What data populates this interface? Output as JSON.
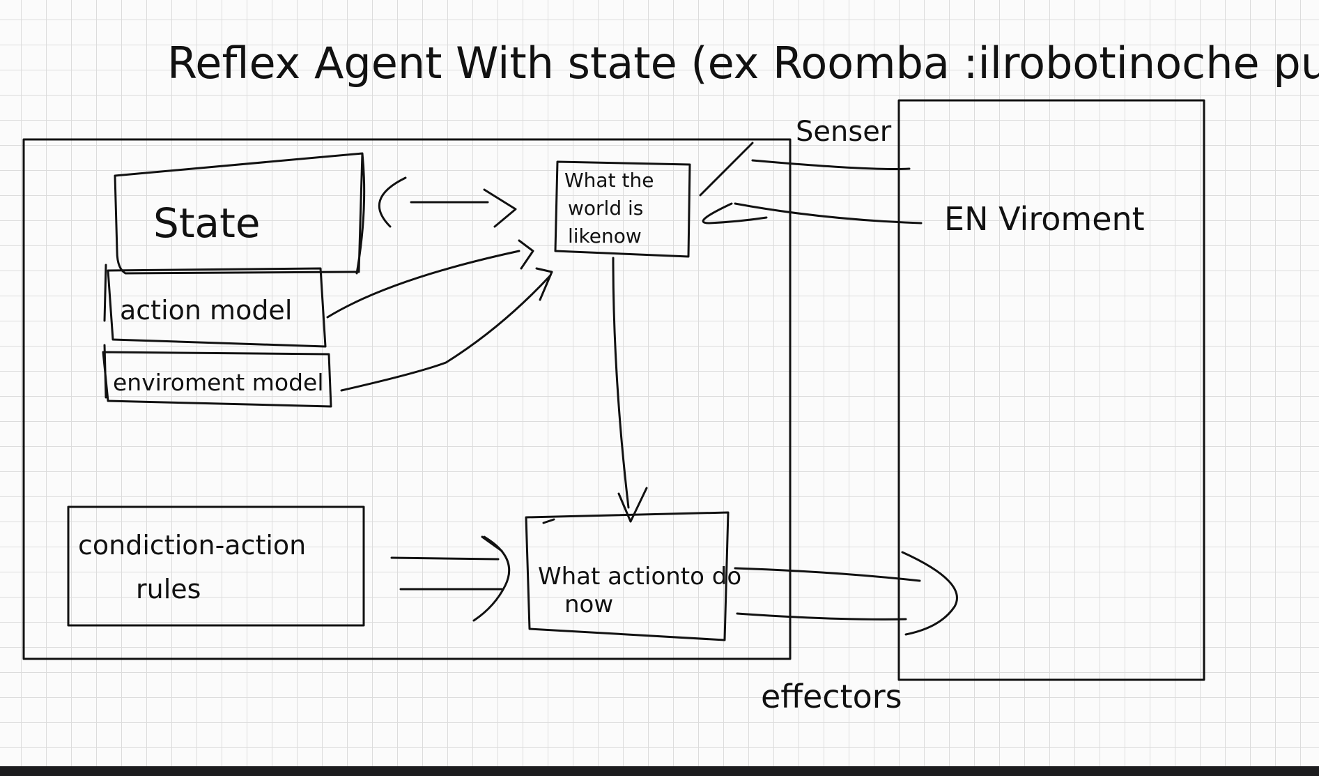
{
  "title": "Reflex Agent With state (ex Roomba :ilrobotinoche pulisce)",
  "agent": {
    "state_label": "State",
    "action_model_label": "action model",
    "environment_model_label": "enviroment model",
    "world_now_lines": [
      "What the",
      "world is",
      "likenow"
    ],
    "rules_lines": [
      "condiction-action",
      "rules"
    ],
    "action_now_lines": [
      "What actionto do",
      "now"
    ]
  },
  "environment_label": "EN Viroment",
  "sensor_label": "Senser",
  "effectors_label": "effectors",
  "ink_color": "#111111",
  "grid_color": "#dcdcdc"
}
